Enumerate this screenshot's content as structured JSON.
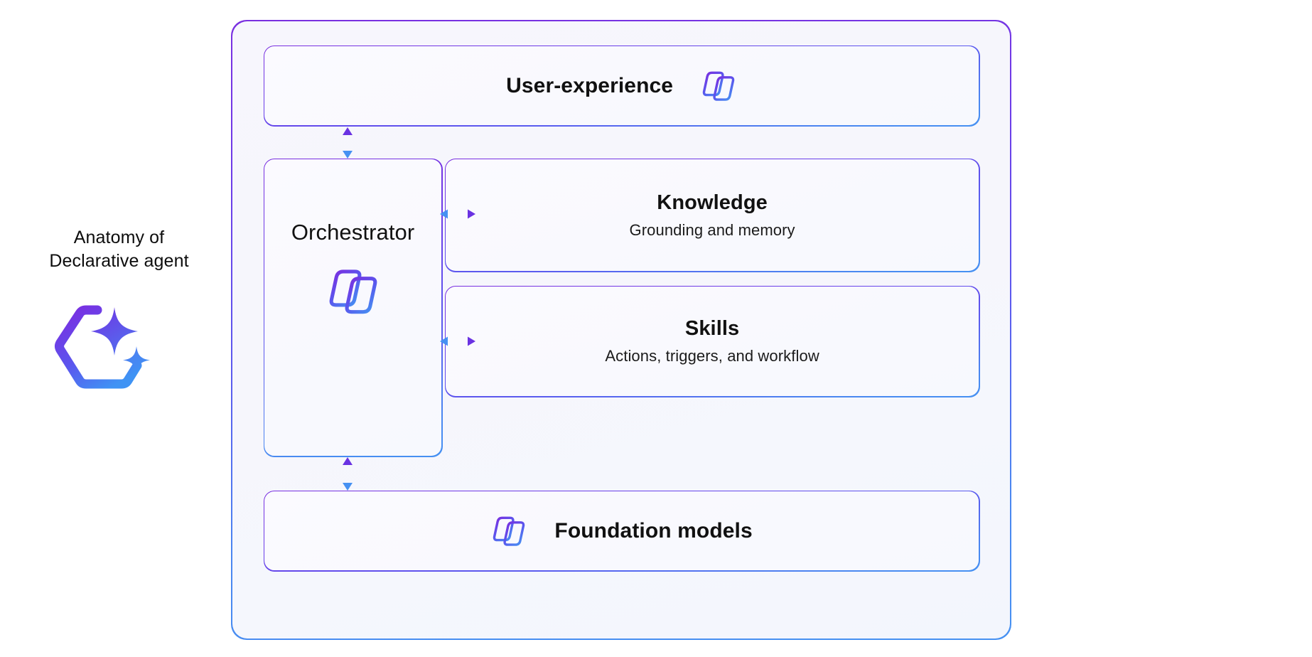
{
  "caption": {
    "line1": "Anatomy of",
    "line2": "Declarative agent",
    "icon": "agent-hexagon-sparkle-icon"
  },
  "diagram": {
    "name": "declarative-agent-anatomy",
    "cards": {
      "user_experience": {
        "title": "User-experience",
        "icon": "copilot-icon"
      },
      "orchestrator": {
        "title": "Orchestrator",
        "icon": "copilot-icon"
      },
      "knowledge": {
        "title": "Knowledge",
        "subtitle": "Grounding and memory"
      },
      "skills": {
        "title": "Skills",
        "subtitle": "Actions, triggers, and workflow"
      },
      "foundation": {
        "title": "Foundation models",
        "icon": "copilot-icon"
      }
    },
    "connectors": [
      {
        "name": "user-experience-to-orchestrator",
        "direction": "vertical",
        "arrows": "both"
      },
      {
        "name": "orchestrator-to-knowledge",
        "direction": "horizontal",
        "arrows": "both"
      },
      {
        "name": "orchestrator-to-skills",
        "direction": "horizontal",
        "arrows": "both"
      },
      {
        "name": "orchestrator-to-foundation",
        "direction": "vertical",
        "arrows": "both"
      }
    ]
  },
  "colors": {
    "gradient_purple": "#7a2fe0",
    "gradient_violet": "#5b5bee",
    "gradient_blue": "#4691f2",
    "page_background": "#ffffff",
    "panel_background": "#f6f6fc",
    "card_background": "#fbfaff",
    "text_primary": "#111111"
  }
}
